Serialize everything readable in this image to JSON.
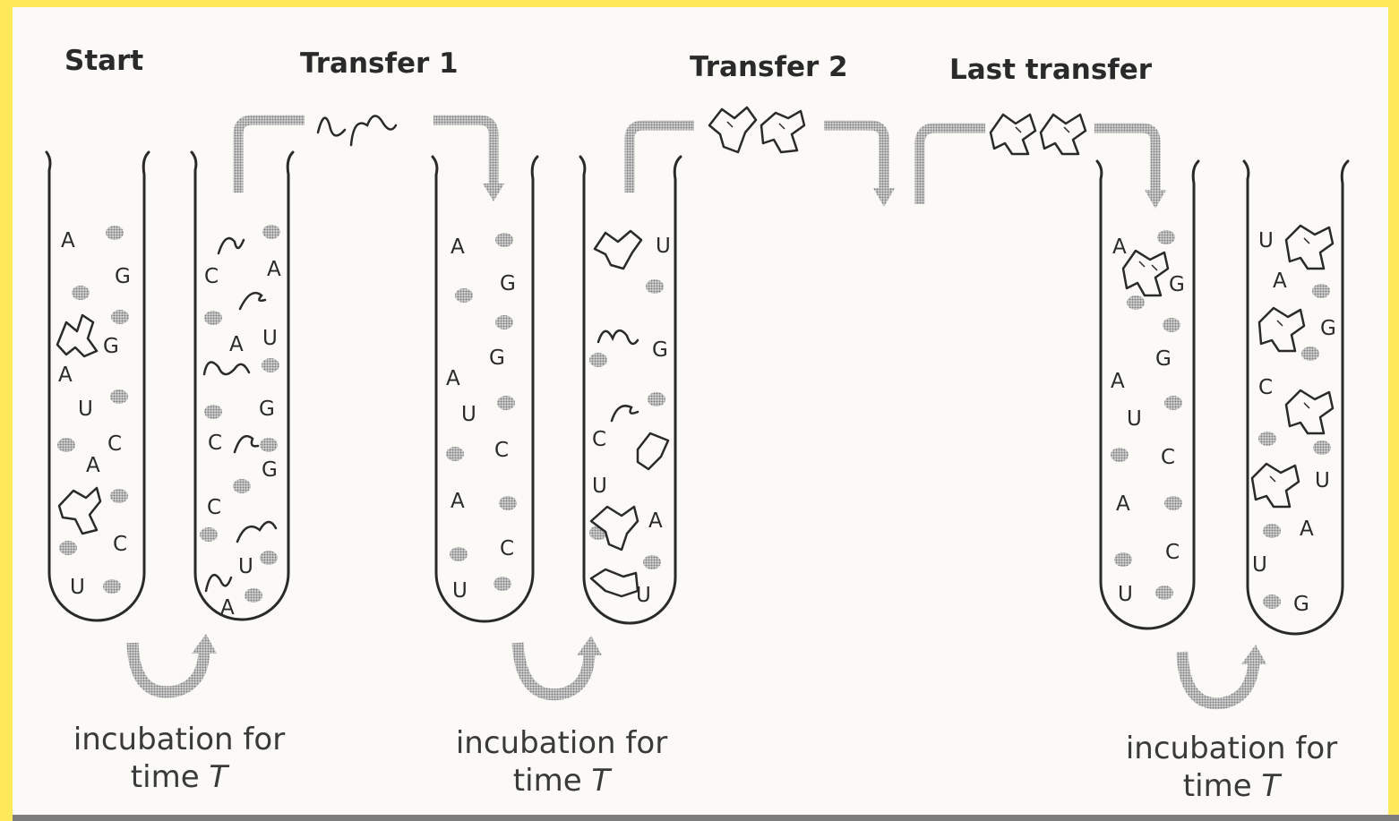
{
  "stages": {
    "start": "Start",
    "transfer1": "Transfer 1",
    "transfer2": "Transfer 2",
    "last": "Last transfer"
  },
  "incubation": {
    "line1": "incubation for",
    "line2_prefix": "time ",
    "line2_var": "T"
  },
  "tubes": [
    {
      "id": "tube-1",
      "letters": [
        "A",
        "G",
        "G",
        "A",
        "U",
        "C",
        "A",
        "C",
        "U"
      ]
    },
    {
      "id": "tube-2",
      "letters": [
        "C",
        "A",
        "A",
        "U",
        "G",
        "C",
        "G",
        "C",
        "U",
        "A"
      ]
    },
    {
      "id": "tube-3",
      "letters": [
        "A",
        "G",
        "G",
        "A",
        "U",
        "C",
        "A",
        "C",
        "U"
      ]
    },
    {
      "id": "tube-4",
      "letters": [
        "U",
        "G",
        "C",
        "U",
        "A",
        "U"
      ]
    },
    {
      "id": "tube-5",
      "letters": [
        "A",
        "G",
        "G",
        "A",
        "U",
        "C",
        "A",
        "C",
        "U"
      ]
    },
    {
      "id": "tube-6",
      "letters": [
        "U",
        "A",
        "G",
        "C",
        "U",
        "A",
        "U",
        "G"
      ]
    }
  ],
  "colors": {
    "background": "#fde95a",
    "paper": "#fbfaf6",
    "ink": "#2a2a2a",
    "arrow": "#9a9a9a",
    "dot": "#8a8a8a"
  }
}
